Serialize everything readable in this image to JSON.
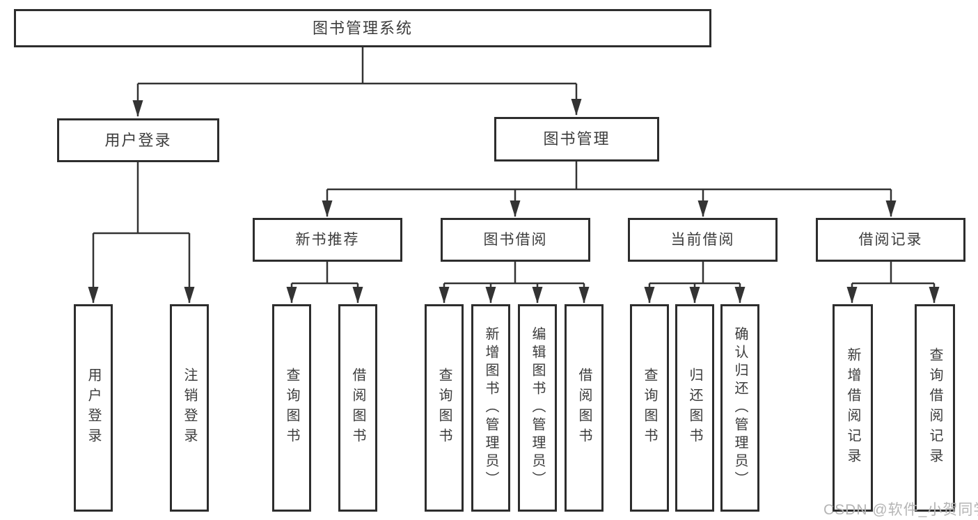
{
  "colors": {
    "line": "#333333",
    "box_border": "#2d2d2d",
    "text": "#3c3c3c",
    "watermark": "#b5b5b5",
    "background": "#ffffff"
  },
  "diagram": {
    "root": {
      "label": "图书管理系统"
    },
    "branches": {
      "user_login": {
        "label": "用户登录",
        "children": [
          {
            "label": "用户登录"
          },
          {
            "label": "注销登录"
          }
        ]
      },
      "book_management": {
        "label": "图书管理",
        "children": [
          {
            "label": "新书推荐",
            "children": [
              {
                "label": "查询图书"
              },
              {
                "label": "借阅图书"
              }
            ]
          },
          {
            "label": "图书借阅",
            "children": [
              {
                "label": "查询图书"
              },
              {
                "label": "新增图书（管理员）"
              },
              {
                "label": "编辑图书（管理员）"
              },
              {
                "label": "借阅图书"
              }
            ]
          },
          {
            "label": "当前借阅",
            "children": [
              {
                "label": "查询图书"
              },
              {
                "label": "归还图书"
              },
              {
                "label": "确认归还（管理员）"
              }
            ]
          },
          {
            "label": "借阅记录",
            "children": [
              {
                "label": "新增借阅记录"
              },
              {
                "label": "查询借阅记录"
              }
            ]
          }
        ]
      }
    }
  },
  "watermark": {
    "text": "CSDN @软件_小贺同学"
  }
}
